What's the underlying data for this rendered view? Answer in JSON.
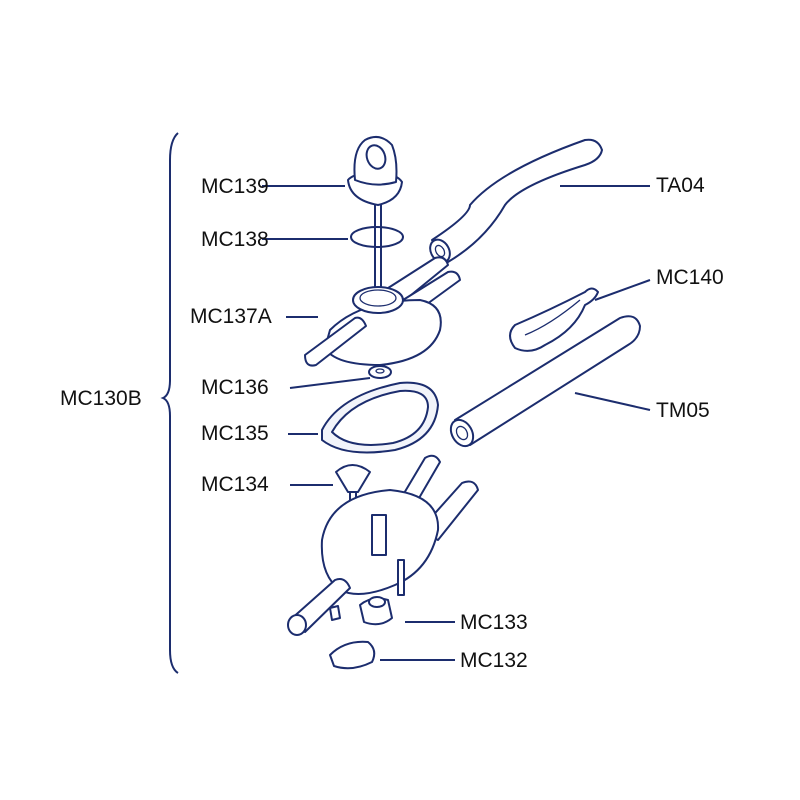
{
  "labels": {
    "assembly": "MC130B",
    "mc139": "MC139",
    "mc138": "MC138",
    "mc137a": "MC137A",
    "mc136": "MC136",
    "mc135": "MC135",
    "mc134": "MC134",
    "mc133": "MC133",
    "mc132": "MC132",
    "ta04": "TA04",
    "mc140": "MC140",
    "tm05": "TM05"
  },
  "colors": {
    "line": "#1c2d6e",
    "text": "#111111"
  }
}
